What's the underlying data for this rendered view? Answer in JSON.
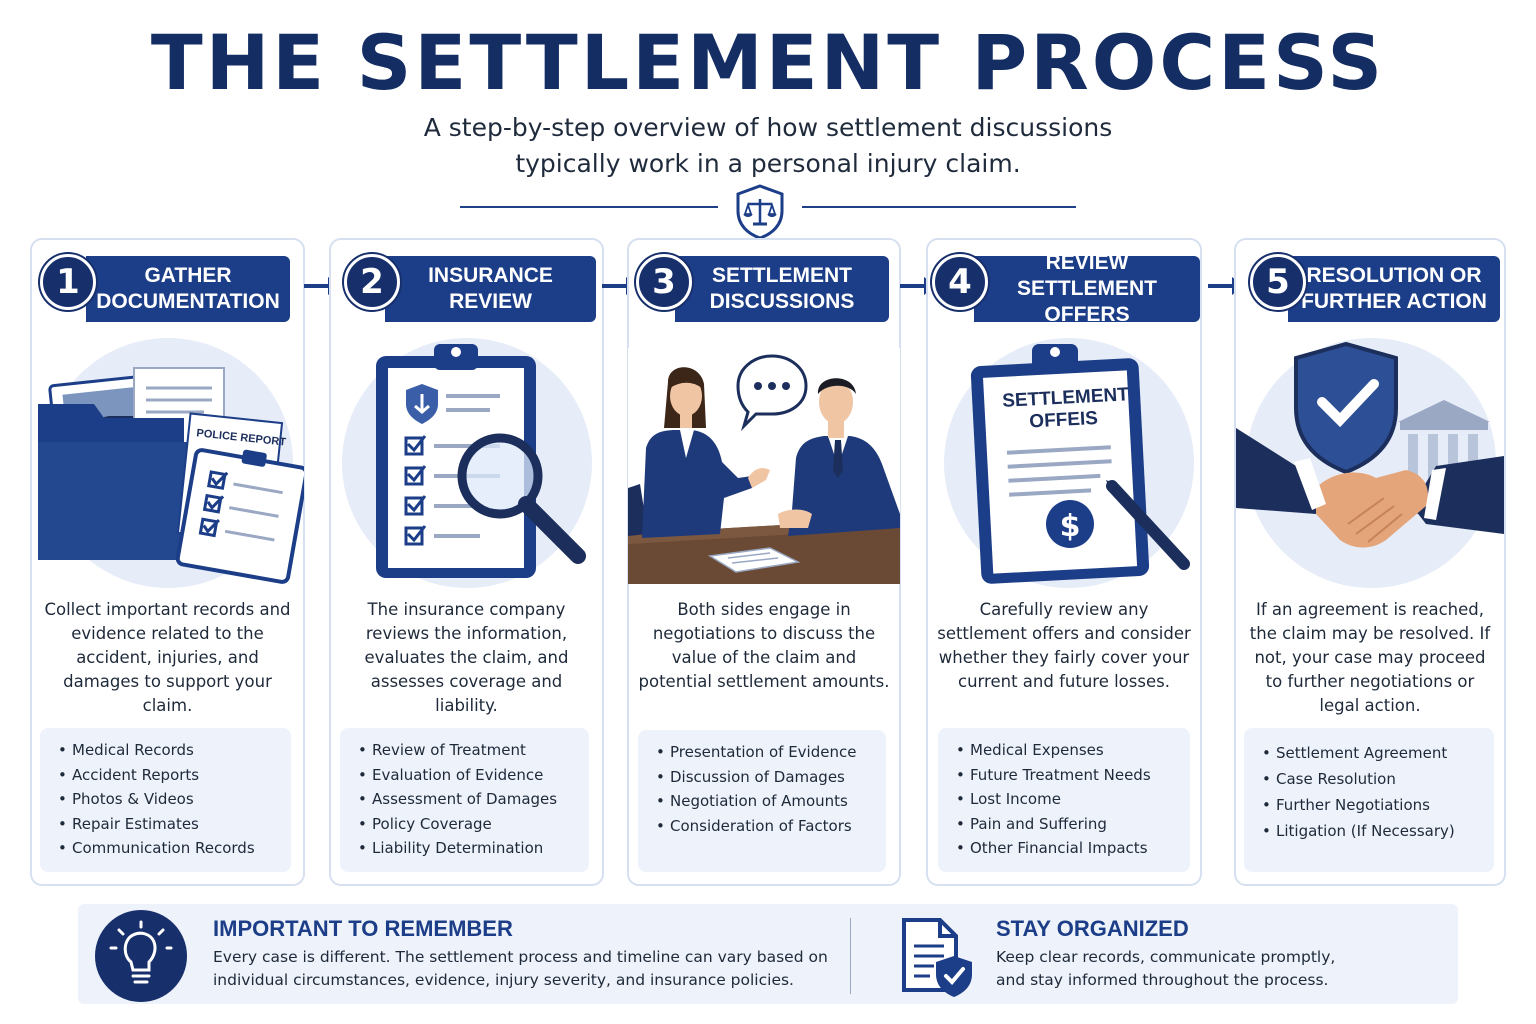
{
  "header": {
    "title": "THE SETTLEMENT PROCESS",
    "subtitle_line1": "A step-by-step overview of how settlement discussions",
    "subtitle_line2": "typically work in a personal injury claim."
  },
  "colors": {
    "navy": "#142d63",
    "banner_blue": "#1c3d87",
    "light_panel": "#eef2fa",
    "card_border": "#d7e0f0"
  },
  "steps": [
    {
      "number": "1",
      "title_line1": "GATHER",
      "title_line2": "DOCUMENTATION",
      "illustration_icon": "folder-documents-icon",
      "illustration_label": "POLICE REPORT",
      "description": "Collect important records and evidence related to the accident, injuries, and damages to support your claim.",
      "items": [
        "Medical Records",
        "Accident Reports",
        "Photos & Videos",
        "Repair Estimates",
        "Communication Records"
      ]
    },
    {
      "number": "2",
      "title_line1": "INSURANCE",
      "title_line2": "REVIEW",
      "illustration_icon": "clipboard-magnifier-icon",
      "description": "The insurance company reviews the information, evaluates the claim, and assesses coverage and liability.",
      "items": [
        "Review of Treatment",
        "Evaluation of Evidence",
        "Assessment of Damages",
        "Policy Coverage",
        "Liability Determination"
      ]
    },
    {
      "number": "3",
      "title_line1": "SETTLEMENT",
      "title_line2": "DISCUSSIONS",
      "illustration_icon": "two-people-talking-icon",
      "description": "Both sides engage in negotiations to discuss the value of the claim and potential settlement amounts.",
      "items": [
        "Presentation of Evidence",
        "Discussion of Damages",
        "Negotiation of Amounts",
        "Consideration of Factors"
      ]
    },
    {
      "number": "4",
      "title_line1": "REVIEW SETTLEMENT",
      "title_line2": "OFFERS",
      "illustration_icon": "clipboard-dollar-pen-icon",
      "illustration_label_line1": "SETTLEMENT",
      "illustration_label_line2": "OFFEIS",
      "description": "Carefully review any settlement offers and consider whether they fairly cover your current and future losses.",
      "items": [
        "Medical Expenses",
        "Future Treatment Needs",
        "Lost Income",
        "Pain and Suffering",
        "Other Financial Impacts"
      ]
    },
    {
      "number": "5",
      "title_line1": "RESOLUTION OR",
      "title_line2": "FURTHER ACTION",
      "illustration_icon": "handshake-shield-courthouse-icon",
      "description": "If an agreement is reached, the claim may be resolved. If not, your case may proceed to further negotiations or legal action.",
      "items": [
        "Settlement Agreement",
        "Case Resolution",
        "Further Negotiations",
        "Litigation (If Necessary)"
      ]
    }
  ],
  "footer": {
    "remember": {
      "icon": "lightbulb-icon",
      "title": "IMPORTANT TO REMEMBER",
      "line1": "Every case is different. The settlement process and timeline can vary based on",
      "line2": "individual circumstances, evidence, injury severity, and insurance policies."
    },
    "organized": {
      "icon": "document-shield-icon",
      "title": "STAY ORGANIZED",
      "line1": "Keep clear records, communicate promptly,",
      "line2": "and stay informed throughout the process."
    }
  }
}
